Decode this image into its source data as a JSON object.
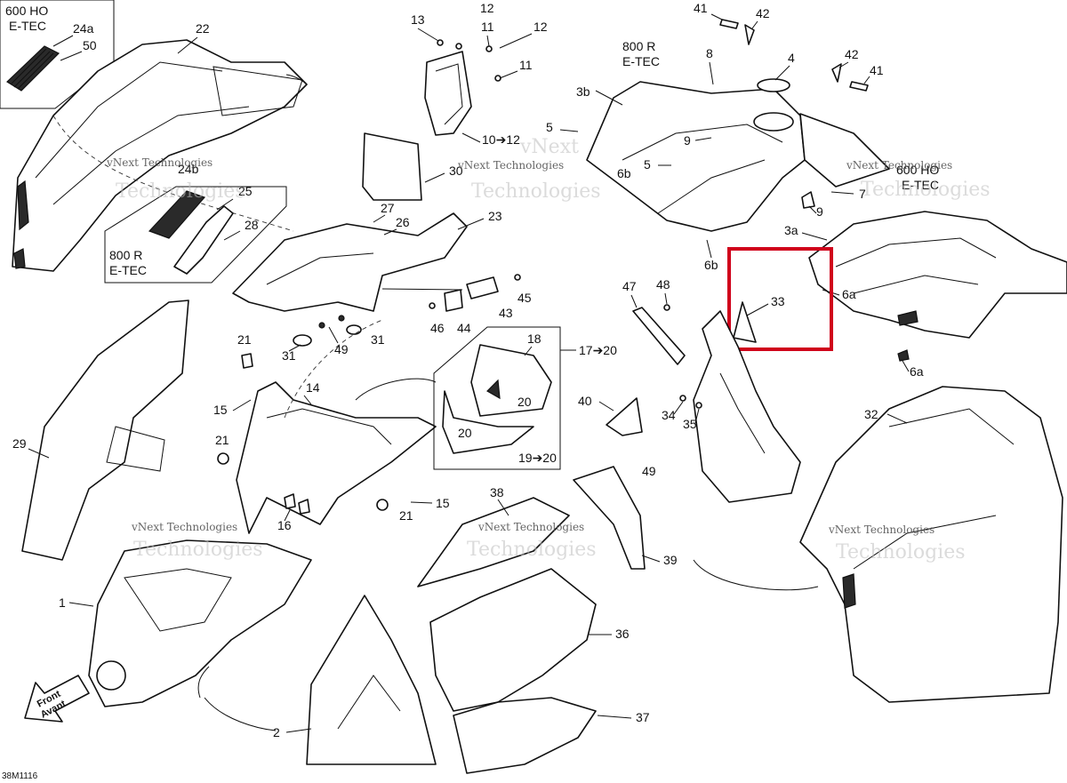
{
  "callouts": {
    "c1": "1",
    "c2": "2",
    "c3a": "3a",
    "c3b": "3b",
    "c4": "4",
    "c5a": "5",
    "c5b": "5",
    "c6a_1": "6a",
    "c6a_2": "6a",
    "c6b_1": "6b",
    "c6b_2": "6b",
    "c7": "7",
    "c8": "8",
    "c9a": "9",
    "c9b": "9",
    "c10": "10➔12",
    "c11a": "11",
    "c11b": "11",
    "c12a": "12",
    "c12b": "12",
    "c13": "13",
    "c14": "14",
    "c15a": "15",
    "c15b": "15",
    "c16": "16",
    "c17": "17➔20",
    "c18": "18",
    "c19": "19➔20",
    "c20a": "20",
    "c20b": "20",
    "c21a": "21",
    "c21b": "21",
    "c21c": "21",
    "c22": "22",
    "c23": "23",
    "c24a": "24a",
    "c24b": "24b",
    "c25": "25",
    "c26": "26",
    "c27": "27",
    "c28": "28",
    "c29": "29",
    "c30": "30",
    "c31a": "31",
    "c31b": "31",
    "c32": "32",
    "c33": "33",
    "c34": "34",
    "c35": "35",
    "c36": "36",
    "c37": "37",
    "c38": "38",
    "c39": "39",
    "c40": "40",
    "c41a": "41",
    "c41b": "41",
    "c42a": "42",
    "c42b": "42",
    "c43": "43",
    "c44": "44",
    "c45": "45",
    "c46": "46",
    "c47": "47",
    "c48": "48",
    "c49a": "49",
    "c49b": "49",
    "c50": "50"
  },
  "notes": {
    "box600_line1": "600 HO",
    "box600_line2": "E-TEC",
    "box800_line1": "800 R",
    "box800_line2": "E-TEC",
    "top800_line1": "800 R",
    "top800_line2": "E-TEC",
    "right600_line1": "600 HO",
    "right600_line2": "E-TEC",
    "front_line1": "Front",
    "front_line2": "Avant",
    "drawing_code": "38M1116"
  },
  "watermark": {
    "line1": "vNext Technologies",
    "big": "Technologies",
    "small": "vNext"
  },
  "colors": {
    "highlight": "#d0021b",
    "line": "#111111"
  }
}
